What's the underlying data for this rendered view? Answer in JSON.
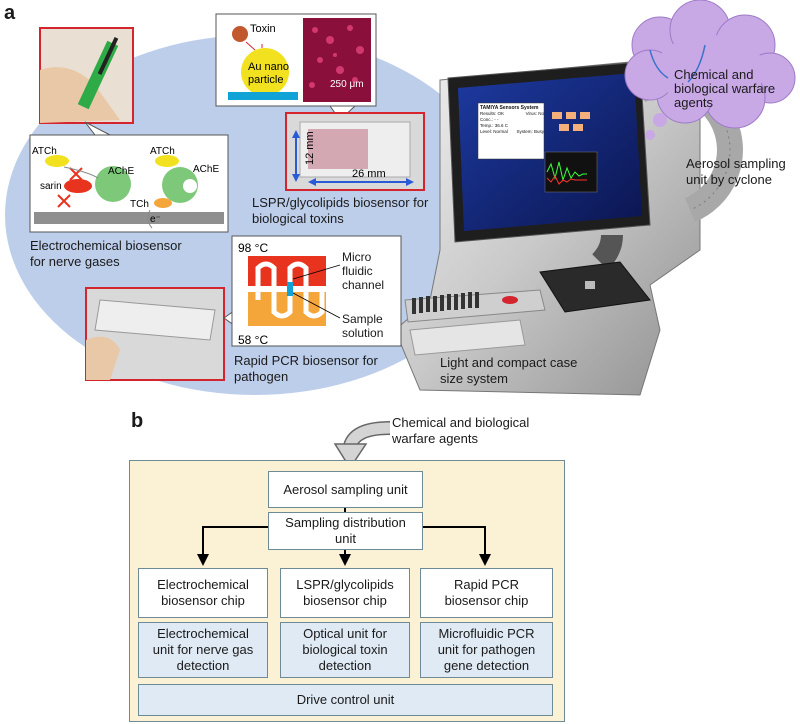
{
  "panel_a": {
    "letter": "a",
    "electrochem": {
      "label": "Electrochemical biosensor\nfor nerve gases",
      "molecules": {
        "atch_1": "ATCh",
        "atch_2": "ATCh",
        "ache_1": "AChE",
        "ache_2": "AChE",
        "sarin": "sarin",
        "tch": "TCh",
        "electron": "e⁻"
      }
    },
    "lspr": {
      "label": "LSPR/glycolipids biosensor for\nbiological toxins",
      "toxin": "Toxin",
      "particle": "Au nano\nparticle",
      "scale": "250 μm",
      "dim_height": "12 mm",
      "dim_width": "26 mm"
    },
    "pcr": {
      "label": "Rapid PCR biosensor for\npathogen",
      "temp_high": "98 °C",
      "temp_low": "58 °C",
      "channel": "Micro\nfluidic\nchannel",
      "sample": "Sample\nsolution"
    },
    "device": {
      "cloud_label": "Chemical and\nbiological warfare\nagents",
      "aerosol_label": "Aerosol sampling\nunit by cyclone",
      "case_label": "Light and compact case\nsize system",
      "screen": {
        "title": "TAMIYA Sensors System",
        "result": "Results: OK",
        "virus": "Virus: No",
        "conc": "Conc.: - -",
        "temp": "Temp.: 36.6 C",
        "level": "Level: Normal",
        "status": "System: Busy"
      }
    }
  },
  "panel_b": {
    "letter": "b",
    "input_label": "Chemical and biological\nwarfare agents",
    "aerosol_unit": "Aerosol sampling unit",
    "distribution_unit": "Sampling distribution\nunit",
    "chips": [
      "Electrochemical\nbiosensor chip",
      "LSPR/glycolipids\nbiosensor chip",
      "Rapid PCR\nbiosensor chip"
    ],
    "units": [
      "Electrochemical\nunit for nerve gas\ndetection",
      "Optical unit for\nbiological toxin\ndetection",
      "Microfluidic PCR\nunit for pathogen\ngene detection"
    ],
    "drive": "Drive control unit"
  },
  "colors": {
    "bubble": "#b9cbea",
    "cloud": "#c9a8e6",
    "panel_bg": "#fbf1d4",
    "box_blue": "#dfeaf4",
    "red_frame": "#d4252f",
    "arrow_blue": "#2a5bd7"
  }
}
